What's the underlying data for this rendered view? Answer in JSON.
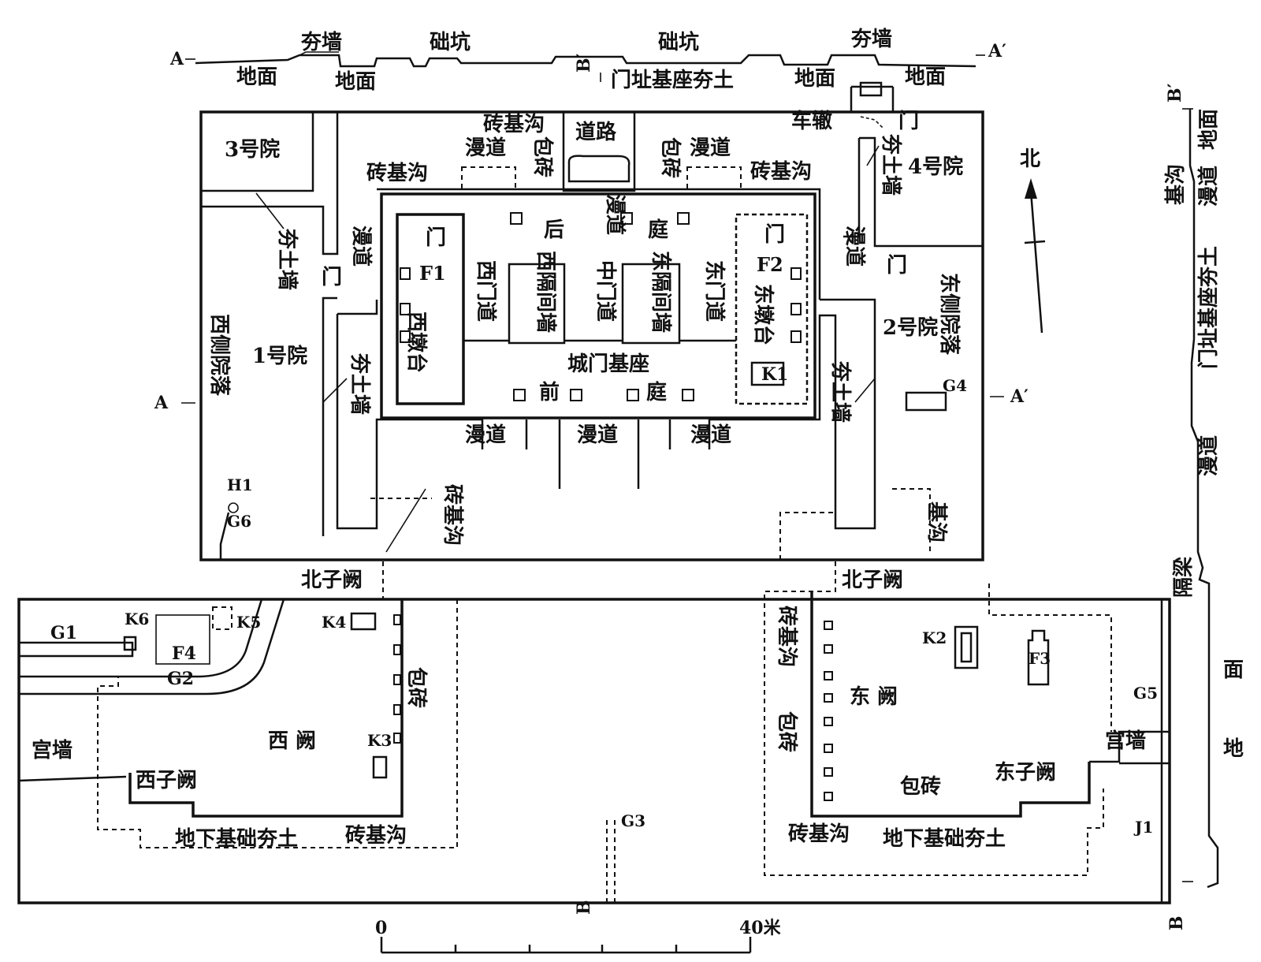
{
  "section_top": {
    "left_marker": "A",
    "right_marker": "A′",
    "labels_above": [
      "夯墙",
      "础坑",
      "础坑",
      "夯墙"
    ],
    "labels_below": [
      "地面",
      "地面",
      "门址基座夯土",
      "地面",
      "地面"
    ],
    "cut_marker": "B′"
  },
  "section_right": {
    "top_marker": "B′",
    "bottom_marker": "B",
    "labels": [
      "地面",
      "漫道",
      "基沟",
      "门址基座夯土",
      "漫道",
      "隔梁",
      "面",
      "地"
    ]
  },
  "upper_compound": {
    "courtyards": [
      "3号院",
      "4号院",
      "1号院",
      "2号院"
    ],
    "side_compounds": [
      "西侧院落",
      "东侧院落"
    ],
    "gate_base": "城门基座",
    "front_court": [
      "前",
      "庭"
    ],
    "rear_court": [
      "后",
      "庭"
    ],
    "west_tower": "西墩台",
    "east_tower": "东墩台",
    "west_door_path": "西门道",
    "middle_door_path": "中门道",
    "east_door_path": "东门道",
    "west_partition": "西隔间墙",
    "east_partition": "东隔间墙",
    "ramp": "漫道",
    "road": "道路",
    "brick_trench": "砖基沟",
    "brick_facing": "包砖",
    "rammed_wall": "夯土墙",
    "gate": "门",
    "carriage_stop": "车辙",
    "foundation_trench": "基沟",
    "features": [
      "F1",
      "F2",
      "K1",
      "H1",
      "G6",
      "G4"
    ],
    "cut_left": "A",
    "cut_right": "A′"
  },
  "lower_compound": {
    "north_sub_que": "北子阙",
    "west_que": "西 阙",
    "east_que": "东 阙",
    "west_sub_que": "西子阙",
    "east_sub_que": "东子阙",
    "palace_wall": "宫墙",
    "underground_foundation": "地下基础夯土",
    "brick_trench": "砖基沟",
    "brick_facing": "包砖",
    "features": [
      "G1",
      "K6",
      "K5",
      "F4",
      "G2",
      "K4",
      "K3",
      "K2",
      "F3",
      "G5",
      "J1",
      "G3"
    ],
    "cut_bottom": "B"
  },
  "north_arrow": {
    "label": "北"
  },
  "scale_bar": {
    "start": "0",
    "end": "40米",
    "segments": 5
  }
}
